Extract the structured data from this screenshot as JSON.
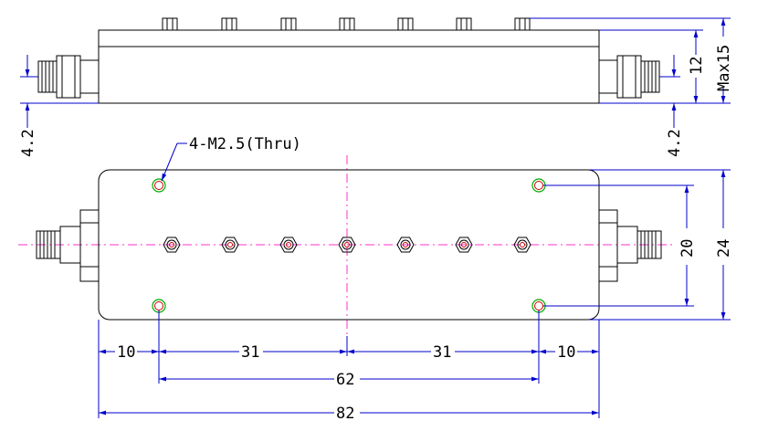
{
  "labels": {
    "hole_callout": "4-M2.5(Thru)",
    "dim_4_2_left": "4.2",
    "dim_4_2_right": "4.2",
    "dim_12": "12",
    "dim_max15": "Max15",
    "dim_20": "20",
    "dim_24": "24",
    "dim_10_left": "10",
    "dim_31_left": "31",
    "dim_31_right": "31",
    "dim_10_right": "10",
    "dim_62": "62",
    "dim_82": "82"
  },
  "colors": {
    "outline": "#000000",
    "dimension": "#0000cc",
    "centerline": "#ff33cc",
    "hole_outer": "#00aa00",
    "hole_inner": "#cc0000"
  }
}
